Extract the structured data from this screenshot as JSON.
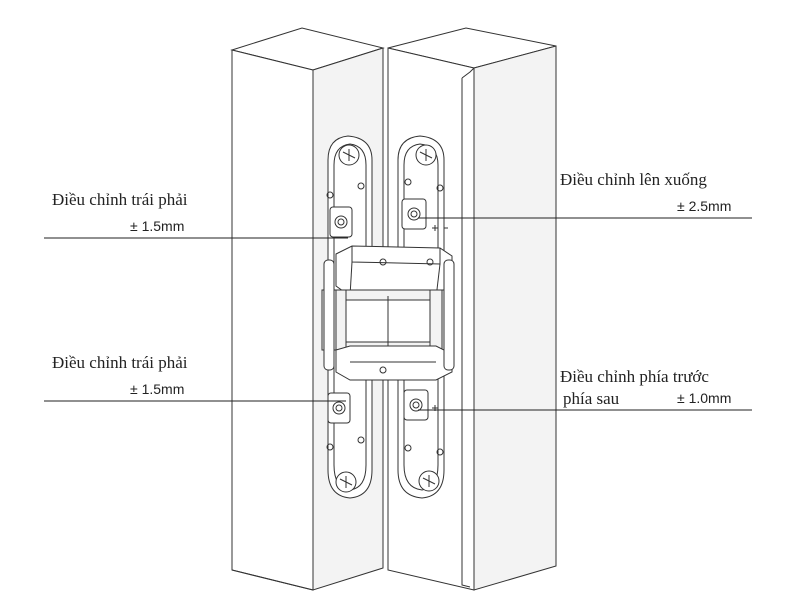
{
  "annotations": {
    "top_left": {
      "title": "Điều chỉnh trái phải",
      "value": "± 1.5mm"
    },
    "bottom_left": {
      "title": "Điều chỉnh trái phải",
      "value": "± 1.5mm"
    },
    "top_right": {
      "title": "Điều chỉnh lên xuống",
      "value": "± 2.5mm"
    },
    "bottom_right": {
      "title": "Điều chỉnh phía trước",
      "subtitle": "phía sau",
      "value": "± 1.0mm"
    }
  }
}
